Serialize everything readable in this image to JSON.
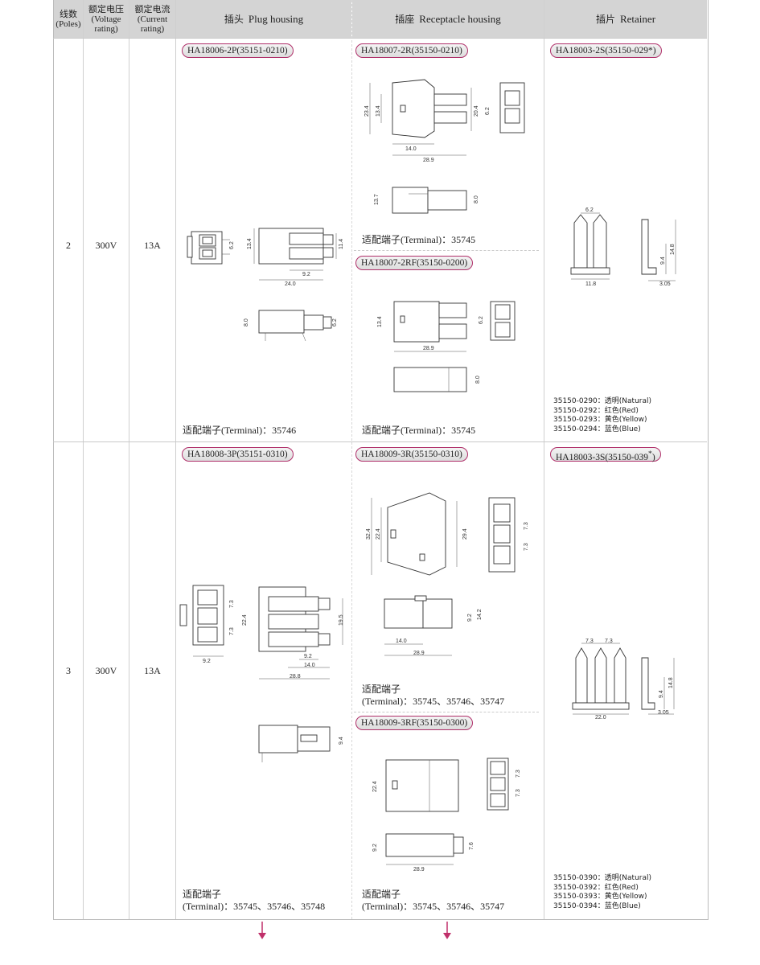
{
  "header": {
    "poles": {
      "cn": "线数",
      "en": "(Poles)"
    },
    "voltage": {
      "cn": "额定电压",
      "en1": "(Voltage",
      "en2": "rating)"
    },
    "current": {
      "cn": "额定电流",
      "en1": "(Current",
      "en2": "rating)"
    },
    "plug": {
      "cn": "插头",
      "en": "Plug housing"
    },
    "receptacle": {
      "cn": "插座",
      "en": "Receptacle housing"
    },
    "retainer": {
      "cn": "插片",
      "en": "Retainer"
    }
  },
  "rows": [
    {
      "poles": "2",
      "voltage": "300V",
      "current": "13A",
      "plug": {
        "part": "HA18006-2P",
        "code": "(35151-0210)",
        "terminal_cn": "适配端子",
        "terminal": "(Terminal)：35746",
        "dims": {
          "a": "6.2",
          "b": "13.4",
          "c": "11.4",
          "d": "9.2",
          "e": "24.0",
          "f": "8.0",
          "g": "6.2"
        }
      },
      "receptacle": {
        "part": "HA18007-2R",
        "code": "(35150-0210)",
        "terminal_cn": "适配端子",
        "terminal": "(Terminal)：35745",
        "dims": {
          "a": "23.4",
          "b": "13.4",
          "c": "20.4",
          "d": "6.2",
          "e": "14.0",
          "f": "28.9",
          "g": "13.7",
          "h": "8.0"
        }
      },
      "receptacle2": {
        "part": "HA18007-2RF",
        "code": "(35150-0200)",
        "terminal_cn": "适配端子",
        "terminal": "(Terminal)：35745",
        "dims": {
          "a": "13.4",
          "b": "6.2",
          "c": "28.9",
          "d": "8.0"
        }
      },
      "retainer": {
        "part": "HA18003-2S",
        "code": "(35150-029*)",
        "dims": {
          "a": "6.2",
          "b": "11.8",
          "c": "9.4",
          "d": "14.8",
          "e": "3.05"
        },
        "colors": [
          "35150-0290：透明(Natural)",
          "35150-0292：红色(Red)",
          "35150-0293：黄色(Yellow)",
          "35150-0294：蓝色(Blue)"
        ]
      }
    },
    {
      "poles": "3",
      "voltage": "300V",
      "current": "13A",
      "plug": {
        "part": "HA18008-3P",
        "code": "(35151-0310)",
        "terminal_cn": "适配端子",
        "terminal": "(Terminal)：35745、35746、35748",
        "dims": {
          "a": "7.3",
          "b": "7.3",
          "c": "9.2",
          "d": "22.4",
          "e": "19.5",
          "f": "9.2",
          "g": "14.0",
          "h": "28.8",
          "i": "9.4"
        }
      },
      "receptacle": {
        "part": "HA18009-3R",
        "code": "(35150-0310)",
        "terminal_cn": "适配端子",
        "terminal": "(Terminal)：35745、35746、35747",
        "dims": {
          "a": "32.4",
          "b": "22.4",
          "c": "29.4",
          "d": "7.3",
          "e": "7.3",
          "f": "9.2",
          "g": "14.2",
          "h": "14.0",
          "i": "28.9"
        }
      },
      "receptacle2": {
        "part": "HA18009-3RF",
        "code": "(35150-0300)",
        "terminal_cn": "适配端子",
        "terminal": "(Terminal)：35745、35746、35747",
        "dims": {
          "a": "22.4",
          "b": "7.3",
          "c": "7.3",
          "d": "9.2",
          "e": "7.6",
          "f": "28.9"
        }
      },
      "retainer": {
        "part": "HA18003-3S",
        "code": "(35150-039",
        "code_star": "*",
        "code_end": ")",
        "dims": {
          "a": "7.3",
          "b": "7.3",
          "c": "22.0",
          "d": "9.4",
          "e": "14.8",
          "f": "3.05"
        },
        "colors": [
          "35150-0390：透明(Natural)",
          "35150-0392：红色(Red)",
          "35150-0393：黄色(Yellow)",
          "35150-0394：蓝色(Blue)"
        ]
      }
    }
  ],
  "colors": {
    "accent": "#b0306a",
    "header_bg": "#d4d4d4",
    "arrow": "#c0306a"
  }
}
